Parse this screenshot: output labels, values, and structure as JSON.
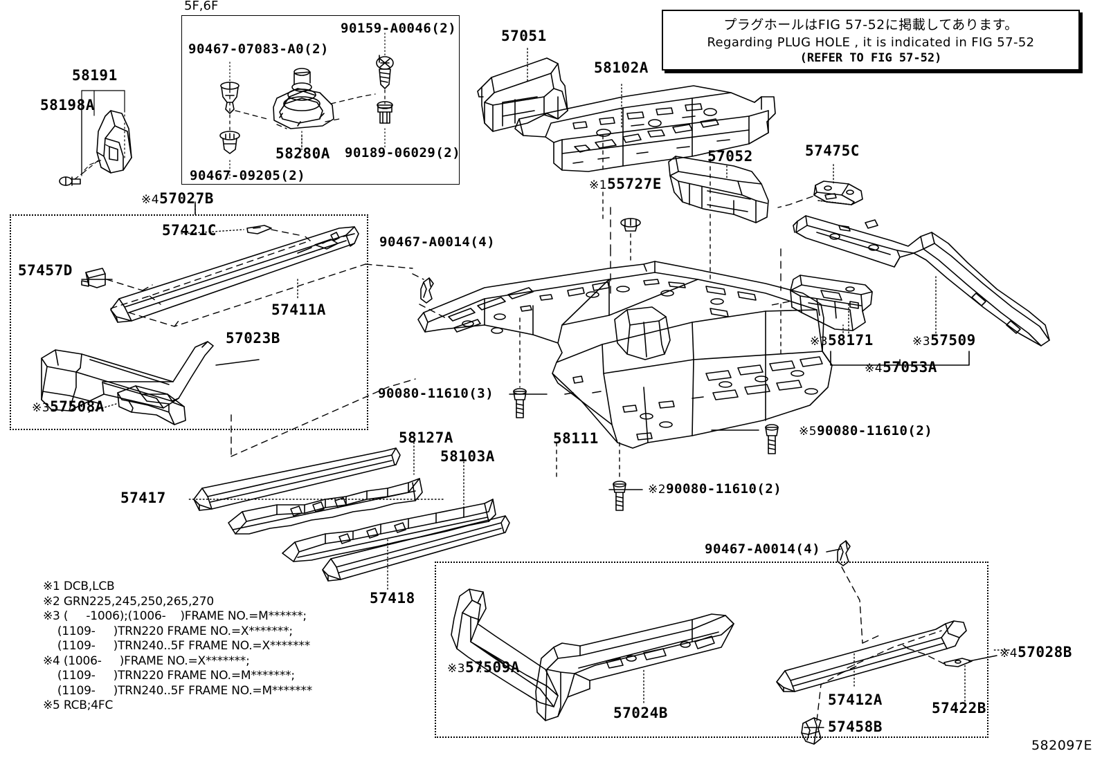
{
  "diagram": {
    "id": "582097E",
    "top_left_section_title": "5F,6F"
  },
  "plug_note": {
    "japanese": "プラグホールはFIG 57-52に掲載してあります。",
    "english": "Regarding  PLUG  HOLE , it is indicated in FIG  57-52",
    "refer": "(REFER TO FIG 57-52)"
  },
  "footnotes": {
    "lines": [
      "※1 DCB,LCB",
      "※2 GRN225,245,250,265,270",
      "※3 (     -1006);(1006-    )FRAME NO.=M******;",
      "    (1109-     )TRN220 FRAME NO.=X*******;",
      "    (1109-     )TRN240..5F FRAME NO.=X*******",
      "※4 (1006-     )FRAME NO.=X*******;",
      "    (1109-     )TRN220 FRAME NO.=M*******;",
      "    (1109-     )TRN240..5F FRAME NO.=M*******",
      "※5 RCB;4FC"
    ]
  },
  "parts": {
    "p58191": {
      "label": "58191"
    },
    "p58198A": {
      "label": "58198A"
    },
    "p90467_07083": {
      "label": "90467-07083-A0(2)"
    },
    "p90159_A0046": {
      "label": "90159-A0046(2)"
    },
    "p90467_09205": {
      "label": "90467-09205(2)"
    },
    "p58280A": {
      "label": "58280A"
    },
    "p90189_06029": {
      "label": "90189-06029(2)"
    },
    "p57027B": {
      "label": "57027B",
      "mark": "※4"
    },
    "p57421C": {
      "label": "57421C"
    },
    "p57457D": {
      "label": "57457D"
    },
    "p57411A": {
      "label": "57411A"
    },
    "p57023B": {
      "label": "57023B"
    },
    "p57508A": {
      "label": "57508A",
      "mark": "※3"
    },
    "p90467_A0014_a": {
      "label": "90467-A0014(4)"
    },
    "p90080_11610_3": {
      "label": "90080-11610(3)"
    },
    "p57051": {
      "label": "57051"
    },
    "p58102A": {
      "label": "58102A"
    },
    "p55727E": {
      "label": "55727E",
      "mark": "※1"
    },
    "p57052": {
      "label": "57052"
    },
    "p57475C": {
      "label": "57475C"
    },
    "p58171": {
      "label": "58171",
      "mark": "※3"
    },
    "p57509": {
      "label": "57509",
      "mark": "※3"
    },
    "p57053A": {
      "label": "57053A",
      "mark": "※4"
    },
    "p58111": {
      "label": "58111"
    },
    "p90080_11610_5": {
      "label": "90080-11610(2)",
      "mark": "※5"
    },
    "p90080_11610_2": {
      "label": "90080-11610(2)",
      "mark": "※2"
    },
    "p58127A": {
      "label": "58127A"
    },
    "p58103A": {
      "label": "58103A"
    },
    "p57417": {
      "label": "57417"
    },
    "p57418": {
      "label": "57418"
    },
    "p90467_A0014_b": {
      "label": "90467-A0014(4)"
    },
    "p57509A": {
      "label": "57509A",
      "mark": "※3"
    },
    "p57024B": {
      "label": "57024B"
    },
    "p57412A": {
      "label": "57412A"
    },
    "p57422B": {
      "label": "57422B"
    },
    "p57458B": {
      "label": "57458B"
    },
    "p57028B": {
      "label": "57028B",
      "mark": "※4"
    }
  }
}
